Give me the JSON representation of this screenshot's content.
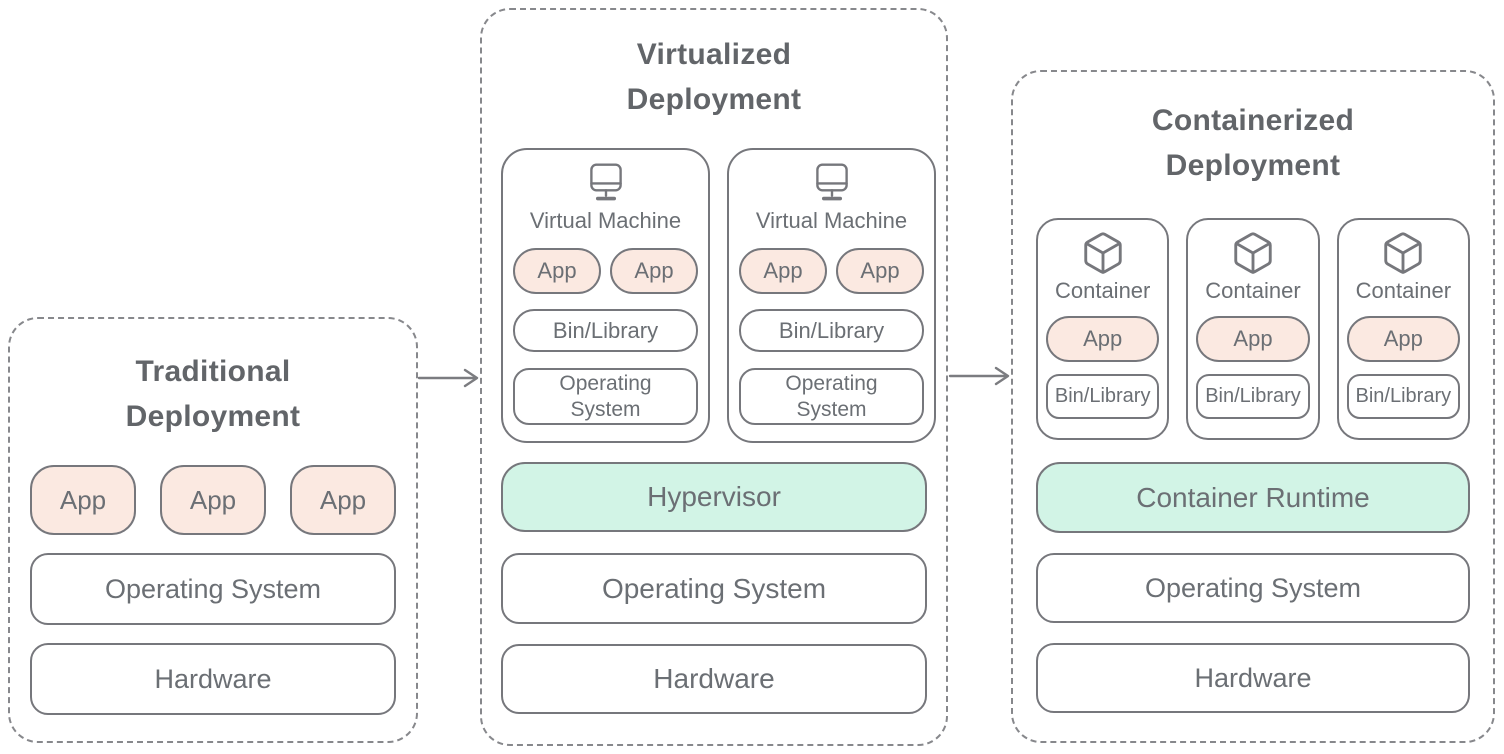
{
  "colors": {
    "app_fill": "#fbe9e1",
    "accent_fill": "#d2f4e6",
    "box_border": "#76777c",
    "dashed_border": "#87888c",
    "title_text": "#626569",
    "body_text": "#6b6f74"
  },
  "panels": {
    "traditional": {
      "title": [
        "Traditional",
        "Deployment"
      ],
      "apps": [
        "App",
        "App",
        "App"
      ],
      "os_label": "Operating System",
      "hardware_label": "Hardware"
    },
    "virtualized": {
      "title": [
        "Virtualized",
        "Deployment"
      ],
      "vms": [
        {
          "icon": "monitor-icon",
          "label": "Virtual Machine",
          "apps": [
            "App",
            "App"
          ],
          "bin_label": "Bin/Library",
          "os_label": "Operating System"
        },
        {
          "icon": "monitor-icon",
          "label": "Virtual Machine",
          "apps": [
            "App",
            "App"
          ],
          "bin_label": "Bin/Library",
          "os_label": "Operating System"
        }
      ],
      "hypervisor_label": "Hypervisor",
      "os_label": "Operating System",
      "hardware_label": "Hardware"
    },
    "containerized": {
      "title": [
        "Containerized",
        "Deployment"
      ],
      "containers": [
        {
          "icon": "cube-icon",
          "label": "Container",
          "app_label": "App",
          "bin_label": "Bin/Library"
        },
        {
          "icon": "cube-icon",
          "label": "Container",
          "app_label": "App",
          "bin_label": "Bin/Library"
        },
        {
          "icon": "cube-icon",
          "label": "Container",
          "app_label": "App",
          "bin_label": "Bin/Library"
        }
      ],
      "runtime_label": "Container Runtime",
      "os_label": "Operating System",
      "hardware_label": "Hardware"
    }
  }
}
